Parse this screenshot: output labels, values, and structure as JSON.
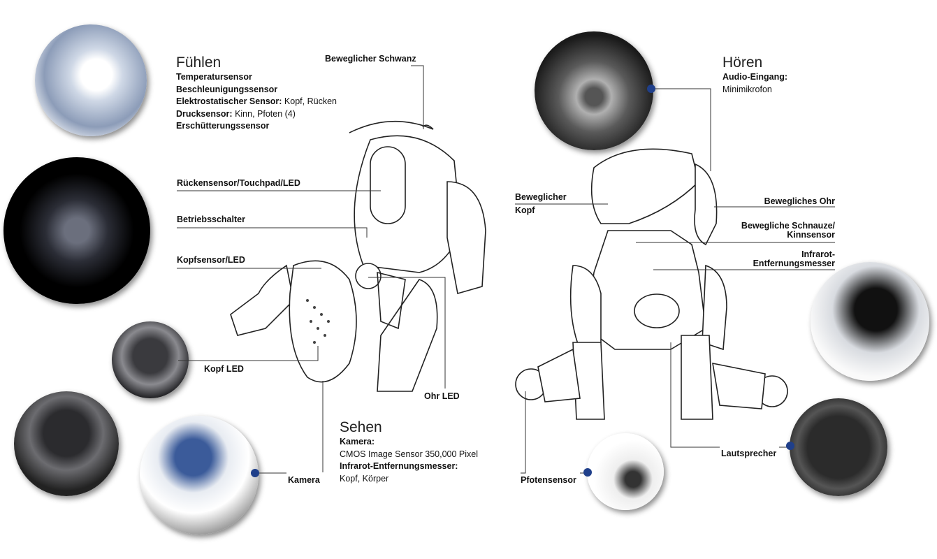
{
  "sections": {
    "fuehlen": {
      "title": "Fühlen",
      "lines": [
        {
          "bold": "Temperatursensor",
          "normal": ""
        },
        {
          "bold": "Beschleunigungssensor",
          "normal": ""
        },
        {
          "bold": "Elektrostatischer Sensor:",
          "normal": " Kopf, Rücken"
        },
        {
          "bold": "Drucksensor:",
          "normal": " Kinn, Pfoten (4)"
        },
        {
          "bold": "Erschütterungssensor",
          "normal": ""
        }
      ]
    },
    "sehen": {
      "title": "Sehen",
      "lines": [
        {
          "bold": "Kamera:",
          "normal": ""
        },
        {
          "bold": "",
          "normal": "CMOS Image Sensor 350,000 Pixel"
        },
        {
          "bold": "Infrarot-Entfernungsmesser:",
          "normal": ""
        },
        {
          "bold": "",
          "normal": "Kopf, Körper"
        }
      ]
    },
    "hoeren": {
      "title": "Hören",
      "lines": [
        {
          "bold": "Audio-Eingang:",
          "normal": ""
        },
        {
          "bold": "",
          "normal": "Minimikrofon"
        }
      ]
    }
  },
  "callouts": {
    "schwanz": "Beweglicher Schwanz",
    "ruecken": "Rückensensor/Touchpad/LED",
    "betrieb": "Betriebsschalter",
    "kopfsensor": "Kopfsensor/LED",
    "kopf_led": "Kopf LED",
    "ohr_led": "Ohr LED",
    "kamera": "Kamera",
    "kopf_1": "Beweglicher",
    "kopf_2": "Kopf",
    "ohr": "Bewegliches Ohr",
    "schnauze_1": "Bewegliche Schnauze/",
    "schnauze_2": "Kinnsensor",
    "infrarot_1": "Infrarot-",
    "infrarot_2": "Entfernungsmesser",
    "lautsprecher": "Lautsprecher",
    "pfote": "Pfotensensor"
  },
  "colors": {
    "dot": "#1f3f8a",
    "line": "#333333"
  }
}
